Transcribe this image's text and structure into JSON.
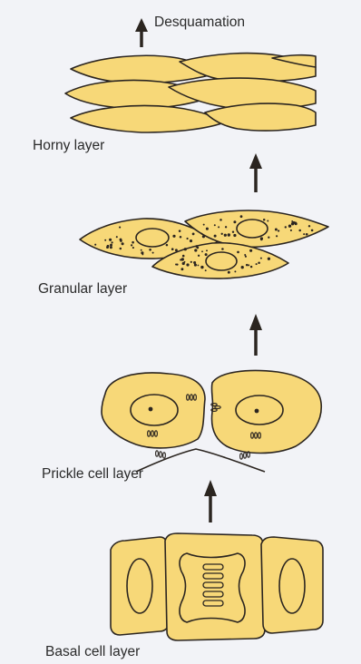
{
  "labels": {
    "desquamation": "Desquamation",
    "horny": "Horny layer",
    "granular": "Granular layer",
    "prickle": "Prickle cell layer",
    "basal": "Basal cell layer"
  },
  "colors": {
    "cell_fill": "#f7d878",
    "outline": "#2b2520",
    "background": "#f2f3f7"
  }
}
